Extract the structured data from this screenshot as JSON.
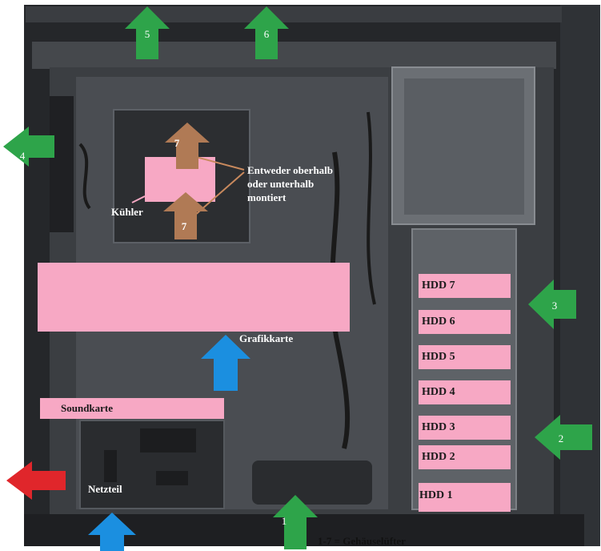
{
  "fan_numbers": {
    "f1": "1",
    "f2": "2",
    "f3": "3",
    "f4": "4",
    "f5": "5",
    "f6": "6",
    "f7_top": "7",
    "f7_bottom": "7"
  },
  "labels": {
    "cooler": "Kühler",
    "mount_note_line1": "Entweder oberhalb",
    "mount_note_line2": "oder unterhalb",
    "mount_note_line3": "montiert",
    "graphics_card": "Grafikkarte",
    "sound_card": "Soundkarte",
    "psu": "Netzteil",
    "legend": "1-7 = Gehäuselüfter"
  },
  "hdd_slots": [
    "HDD 7",
    "HDD 6",
    "HDD 5",
    "HDD 4",
    "HDD 3",
    "HDD 2",
    "HDD 1"
  ],
  "colors": {
    "intake_green": "#2ea44a",
    "exhaust_red": "#e0262b",
    "airflow_blue": "#1b8fe0",
    "cpu_fan_brown": "#b07a55",
    "component_pink": "#f7a8c4",
    "case_dark": "#2b2d30"
  }
}
